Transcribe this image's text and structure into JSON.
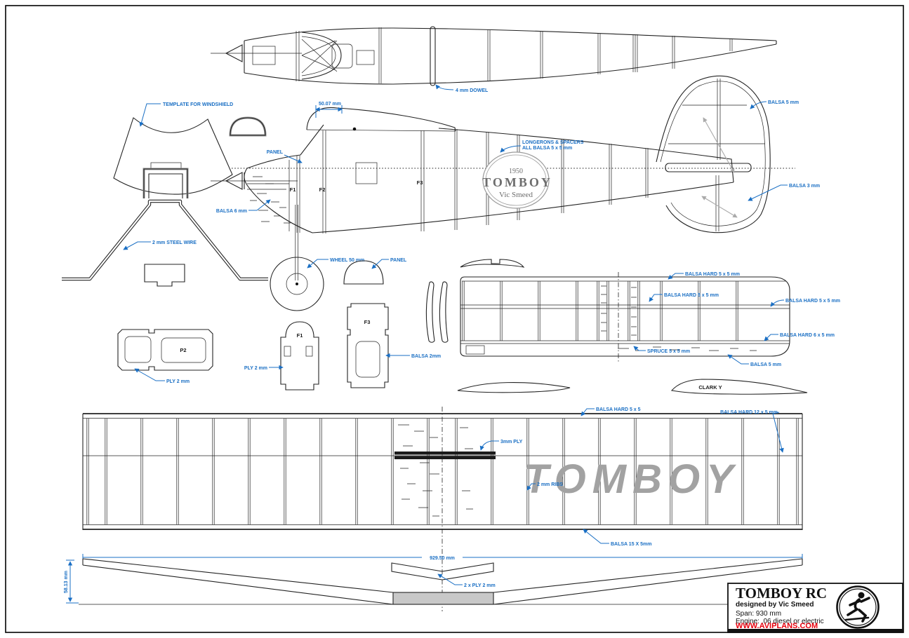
{
  "colors": {
    "line": "#232323",
    "callout_blue": "#1a6fc4",
    "stamp_gray": "#6e6e6e",
    "watermark_gray": "#a2a2a2",
    "website_red": "#e8000d",
    "center_fill_gray": "#c8c8c8"
  },
  "stamp": {
    "year": "1950",
    "name": "TOMBOY",
    "designer": "Vic Smeed"
  },
  "callouts": {
    "dowel": "4 mm DOWEL",
    "windshield_template": "TEMPLATE FOR WINDSHIELD",
    "panel_side": "PANEL",
    "longerons1": "LONGERONS & SPACERS",
    "longerons2": "ALL BALSA 5 x 5 mm",
    "fin_balsa": "BALSA 5 mm",
    "rudder_balsa": "BALSA 3 mm",
    "nose_balsa": "BALSA 6 mm",
    "steel_wire": "2 mm STEEL WIRE",
    "wheel": "WHEEL 50 mm",
    "panel_mid": "PANEL",
    "p2_ply": "PLY 2 mm",
    "f1_ply": "PLY 2 mm",
    "f3_balsa": "BALSA 2mm",
    "tail_spar_top": "BALSA HARD 5 x 5 mm",
    "tail_spar_mid": "BALSA HARD 5 x 5 mm",
    "tail_spar_right": "BALSA HARD 5 x 5 mm",
    "tail_spar_bottom": "BALSA HARD 6 x 5 mm",
    "tail_spruce": "SPRUCE 5 x 5 mm",
    "tail_sheet": "BALSA 5 mm",
    "wing_le_spar": "BALSA HARD 5 x 5",
    "wing_tip_spar": "BALSA HARD 12 x 5 mm",
    "wing_ply": "3mm PLY",
    "wing_ribs": "2 mm RIBS",
    "wing_te": "BALSA 15 X 5mm",
    "dihedral_brace": "2 x PLY 2 mm"
  },
  "part_labels": {
    "f1": "F1",
    "f2": "F2",
    "f3": "F3",
    "former_f1": "F1",
    "former_f3": "F3",
    "former_p2": "P2",
    "airfoil": "CLARK Y"
  },
  "dimensions": {
    "wing_saddle": "50.07 mm",
    "span": "929.50 mm",
    "tip_height": "58.13 mm"
  },
  "watermark": "TOMBOY",
  "title_block": {
    "title": "TOMBOY RC",
    "designer": "designed by Vic Smeed",
    "span": "Span: 930 mm",
    "engine": "Engine: .06 diesel or electric",
    "website": "WWW.AVIPLANS.COM"
  }
}
